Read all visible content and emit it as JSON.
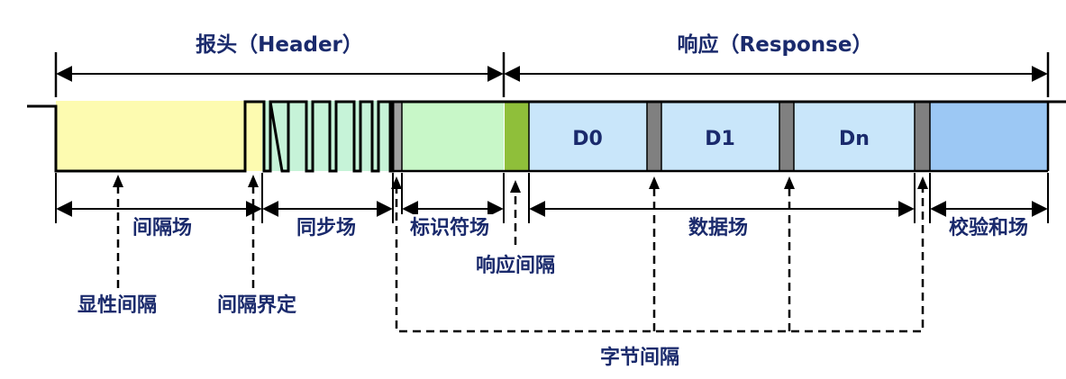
{
  "header": {
    "label": "报头（Header）"
  },
  "response": {
    "label": "响应（Response）"
  },
  "bytes": {
    "d0": "D0",
    "d1": "D1",
    "dn": "Dn"
  },
  "fields": {
    "break_field": "间隔场",
    "sync_field": "同步场",
    "identifier_field": "标识符场",
    "data_field": "数据场",
    "checksum_field": "校验和场"
  },
  "annotations": {
    "break": "显性间隔",
    "break_delimiter": "间隔界定",
    "response_space": "响应间隔",
    "interbyte_space": "字节间隔"
  },
  "colors": {
    "break": "#fdfbb0",
    "sync": "#c6f3d8",
    "identifier": "#c8f7c8",
    "response_space": "#8fbf3a",
    "data": "#c9e6fa",
    "checksum": "#9cc8f4",
    "interbyte": "#808080",
    "text": "#1a2a6c"
  }
}
